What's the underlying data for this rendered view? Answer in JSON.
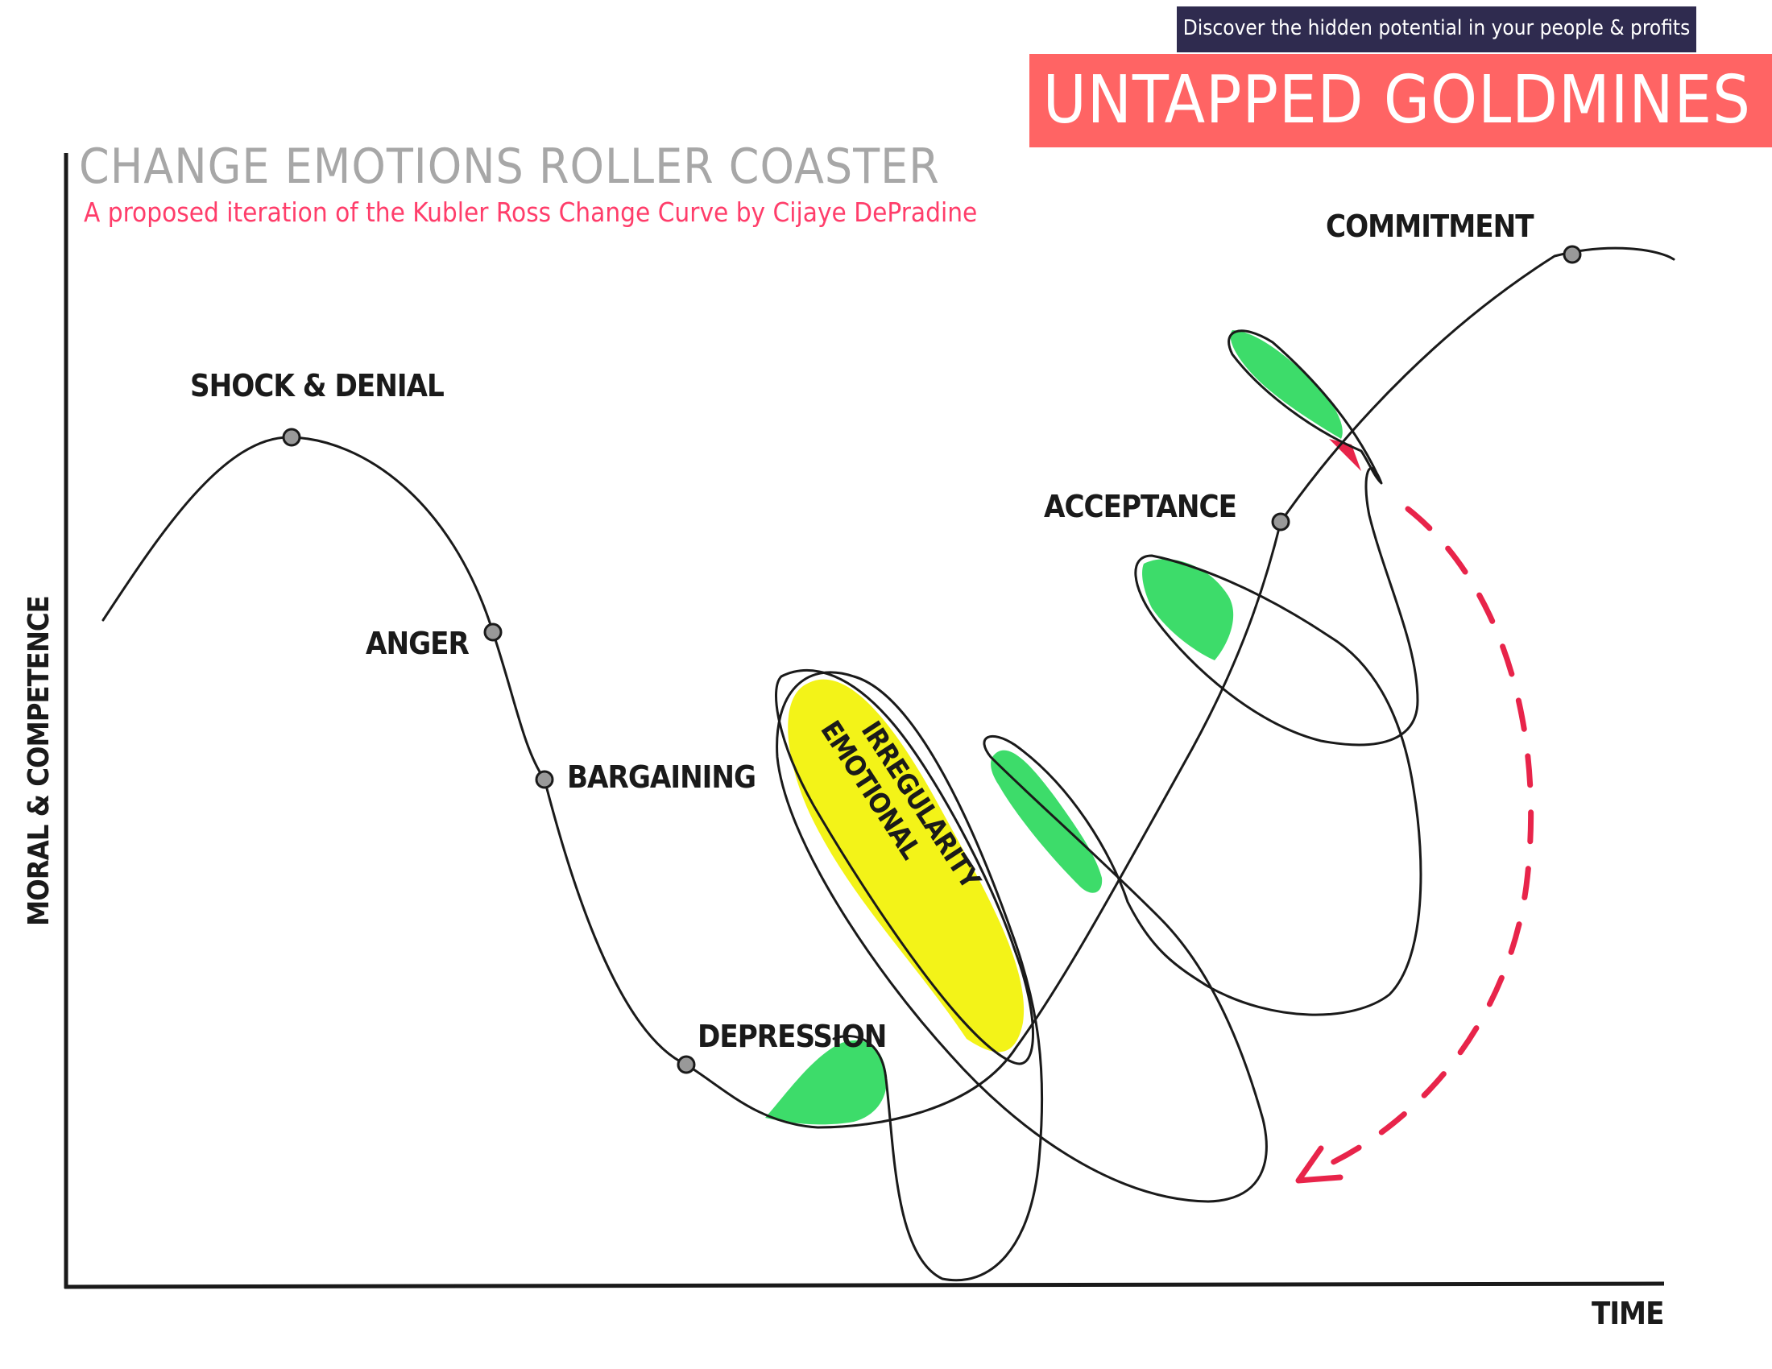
{
  "banner": {
    "tagline": "Discover the hidden potential in your people & profits",
    "brand": "UNTAPPED GOLDMINES"
  },
  "diagram": {
    "title": "CHANGE EMOTIONS ROLLER COASTER",
    "subtitle": "A proposed iteration of the Kubler Ross Change Curve by Cijaye DePradine",
    "y_axis_label": "MORAL & COMPETENCE",
    "x_axis_label": "TIME",
    "stages": [
      {
        "label": "SHOCK & DENIAL"
      },
      {
        "label": "ANGER"
      },
      {
        "label": "BARGAINING"
      },
      {
        "label": "DEPRESSION"
      },
      {
        "label": "ACCEPTANCE"
      },
      {
        "label": "COMMITMENT"
      }
    ],
    "emotional_irregularity": [
      "EMOTIONAL",
      "IRREGULARITY"
    ],
    "colors": {
      "curve": "#1a1a1a",
      "green_fill": "#3ddc6a",
      "yellow_fill": "#f3f318",
      "dashed_arrow": "#e8244a",
      "banner_red": "#ff6464",
      "banner_dark": "#2f2b4f",
      "title_gray": "#a7a7a7",
      "subtitle_pink": "#ff3d6a"
    }
  }
}
